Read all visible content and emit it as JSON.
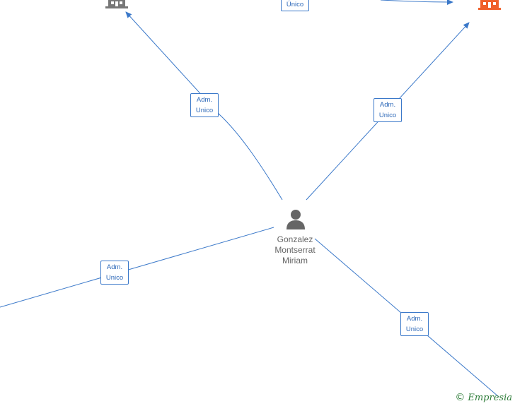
{
  "colors": {
    "edge": "#3a78c9",
    "company_gray": "#777777",
    "company_orange": "#f0602a",
    "person": "#666666"
  },
  "person": {
    "name_lines": [
      "Gonzalez",
      "Montserrat",
      "Miriam"
    ],
    "icon": "person-icon"
  },
  "edge_labels": {
    "top_partial": "Único",
    "top_left": [
      "Adm.",
      "Unico"
    ],
    "top_right": [
      "Adm.",
      "Unico"
    ],
    "left": [
      "Adm.",
      "Unico"
    ],
    "bottom_right": [
      "Adm.",
      "Unico"
    ]
  },
  "watermark": {
    "symbol": "©",
    "brand": "Empresia"
  }
}
